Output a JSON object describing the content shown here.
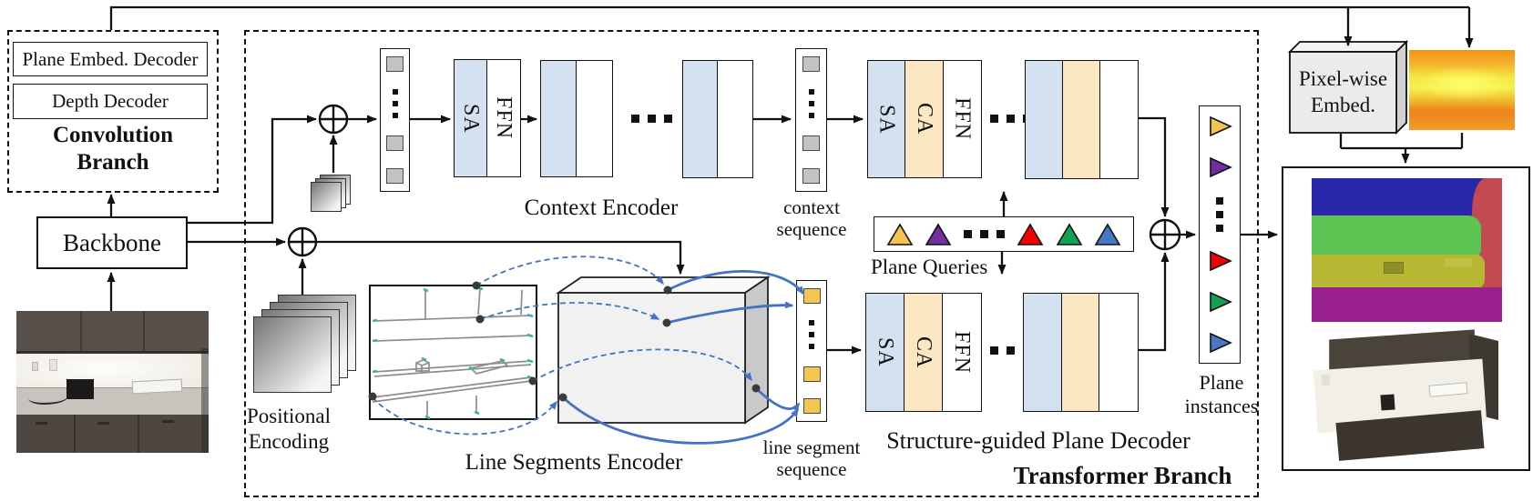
{
  "colors": {
    "sa_fill": "#d4e1f1",
    "ca_fill": "#fbe8c3",
    "plain_blue": "#d4e1f1",
    "plain_tan": "#fbe8c3",
    "arrow_blue": "#4472c4",
    "tri_yellow": "#f2c34e",
    "tri_purple": "#7030a0",
    "tri_red": "#f40000",
    "tri_green": "#13a050",
    "tri_blue": "#4a78c8",
    "token_gray": "#c3c3c3",
    "token_yellow": "#f5c64f"
  },
  "conv_branch": {
    "plane_embed_decoder": "Plane Embed. Decoder",
    "depth_decoder": "Depth Decoder",
    "title_line1": "Convolution",
    "title_line2": "Branch"
  },
  "backbone_label": "Backbone",
  "positional_encoding": {
    "line1": "Positional",
    "line2": "Encoding"
  },
  "block_labels": {
    "sa": "SA",
    "ca": "CA",
    "ffn": "FFN"
  },
  "transformer_branch": {
    "title": "Transformer Branch",
    "context_encoder_label": "Context Encoder",
    "context_sequence": {
      "line1": "context",
      "line2": "sequence"
    },
    "line_segments_encoder_label": "Line Segments Encoder",
    "line_segment_sequence": {
      "line1": "line segment",
      "line2": "sequence"
    },
    "plane_queries_label": "Plane Queries",
    "structure_decoder_label": "Structure-guided Plane Decoder"
  },
  "plane_instances": {
    "line1": "Plane",
    "line2": "instances"
  },
  "pixel_wise_embed": {
    "line1": "Pixel-wise",
    "line2": "Embed."
  }
}
